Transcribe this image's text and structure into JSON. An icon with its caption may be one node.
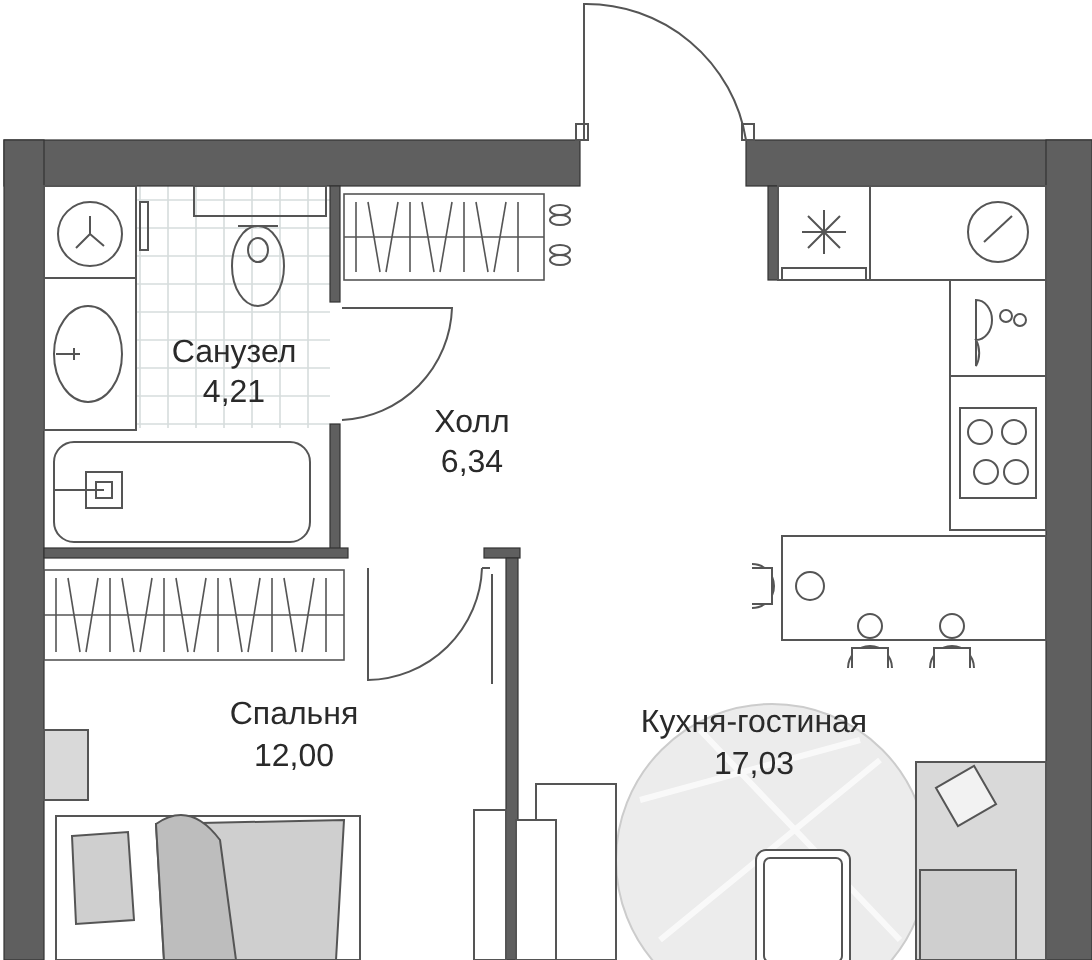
{
  "diagram": {
    "labels": [
      "Санузел",
      "4,21",
      "Холл",
      "6,34",
      "Спальня",
      "12,00",
      "Кухня-гостиная",
      "17,03"
    ]
  }
}
